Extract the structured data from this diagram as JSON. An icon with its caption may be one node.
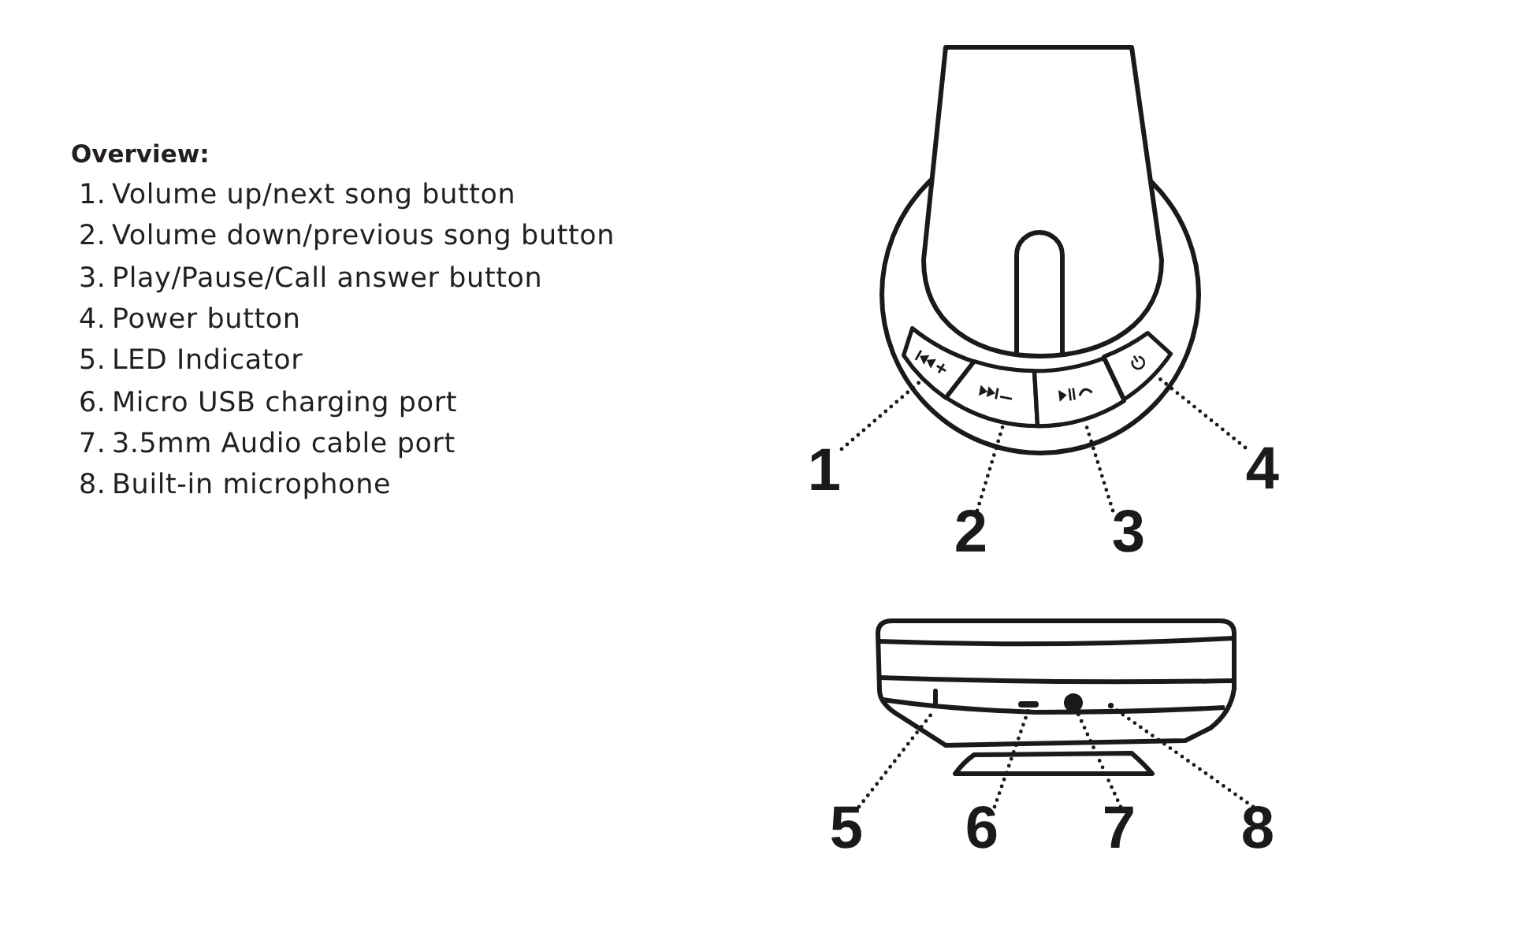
{
  "diagram": {
    "title": "Overview:",
    "nodes": [
      {
        "text": [],
        "shape": "box"
      },
      {
        "text": [],
        "shape": "box"
      },
      {
        "text": [],
        "shape": "box"
      },
      {
        "text": [],
        "shape": "box"
      },
      {
        "text": [
          "1"
        ]
      },
      {
        "text": [
          "2"
        ]
      },
      {
        "text": [
          "3"
        ]
      },
      {
        "text": [
          "4"
        ]
      },
      {
        "text": [],
        "shape": "bar"
      },
      {
        "text": [],
        "shape": "bar"
      },
      {
        "text": [],
        "shape": "circle"
      },
      {
        "text": [],
        "shape": "circle"
      },
      {
        "text": [
          "5"
        ]
      },
      {
        "text": [
          "6"
        ]
      },
      {
        "text": [
          "7"
        ]
      },
      {
        "text": [
          "8"
        ]
      }
    ],
    "edges": [
      {
        "from": 4,
        "to": 0,
        "arrow": "none",
        "style": "dashed"
      },
      {
        "from": 5,
        "to": 1,
        "arrow": "none",
        "style": "dashed"
      },
      {
        "from": 6,
        "to": 2,
        "arrow": "none",
        "style": "dashed"
      },
      {
        "from": 7,
        "to": 3,
        "arrow": "none",
        "style": "dashed"
      },
      {
        "from": 12,
        "to": 8,
        "arrow": "none",
        "style": "dashed"
      },
      {
        "from": 13,
        "to": 9,
        "arrow": "none",
        "style": "dashed"
      },
      {
        "from": 14,
        "to": 10,
        "arrow": "none",
        "style": "dashed"
      },
      {
        "from": 15,
        "to": 11,
        "arrow": "none",
        "style": "dashed"
      }
    ],
    "labels": [
      "1. Volume up/next song button",
      "2. Volume down/previous song button",
      "3. Play/Pause/Call answer button",
      "4. Power button",
      "5. LED Indicator",
      "6. Micro USB charging port",
      "7. 3.5mm Audio cable port",
      "8. Built-in microphone"
    ]
  }
}
